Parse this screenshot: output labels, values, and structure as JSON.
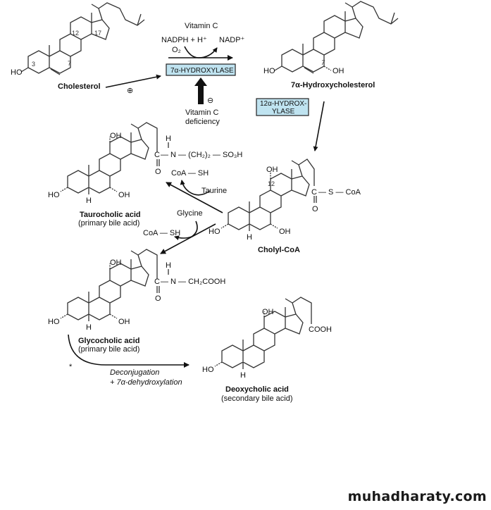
{
  "molecules": {
    "cholesterol": {
      "name": "Cholesterol",
      "ho": "HO",
      "locants": [
        "3",
        "7",
        "12",
        "17"
      ]
    },
    "hydroxycholesterol": {
      "name": "7α-Hydroxycholesterol",
      "ho": "HO",
      "oh": "OH",
      "locant": "7"
    },
    "cholyl_coa": {
      "name": "Cholyl-CoA",
      "oh12": "OH",
      "oh7": "OH",
      "ho": "HO",
      "h": "H",
      "locant": "12",
      "c": "C",
      "s_coa": "— S — CoA",
      "o": "O"
    },
    "taurocholic": {
      "name": "Taurocholic acid",
      "type": "(primary bile acid)",
      "oh12": "OH",
      "oh7": "OH",
      "ho": "HO",
      "h": "H",
      "c": "C",
      "nh_h": "H",
      "n_chain": "— N — (CH₂)₂ — SO₃H",
      "o": "O"
    },
    "glycocholic": {
      "name": "Glycocholic acid",
      "type": "(primary bile acid)",
      "oh12": "OH",
      "oh7": "OH",
      "ho": "HO",
      "h": "H",
      "c": "C",
      "nh_h": "H",
      "n_chain": "— N — CH₂COOH",
      "o": "O"
    },
    "deoxycholic": {
      "name": "Deoxycholic acid",
      "type": "(secondary bile acid)",
      "oh12": "OH",
      "ho": "HO",
      "h": "H",
      "cooh": "COOH"
    }
  },
  "enzymes": {
    "seven_alpha": "7α-HYDROXYLASE",
    "twelve_alpha_line1": "12α-HYDROX-",
    "twelve_alpha_line2": "YLASE"
  },
  "cofactors": {
    "vitamin_c": "Vitamin C",
    "nadph": "NADPH + H⁺",
    "nadp": "NADP⁺",
    "o2": "O₂",
    "plus_sign": "⊕",
    "minus_sign": "⊖",
    "deficiency_line1": "Vitamin C",
    "deficiency_line2": "deficiency",
    "taurine": "Taurine",
    "glycine": "Glycine",
    "coa_sh_1": "CoA — SH",
    "coa_sh_2": "CoA — SH"
  },
  "bacterial_step": {
    "asterisk": "*",
    "line1": "Deconjugation",
    "line2": "+ 7α-dehydroxylation"
  },
  "watermark": "muhadharaty.com",
  "colors": {
    "enzyme_box": "#bfe3f0"
  }
}
